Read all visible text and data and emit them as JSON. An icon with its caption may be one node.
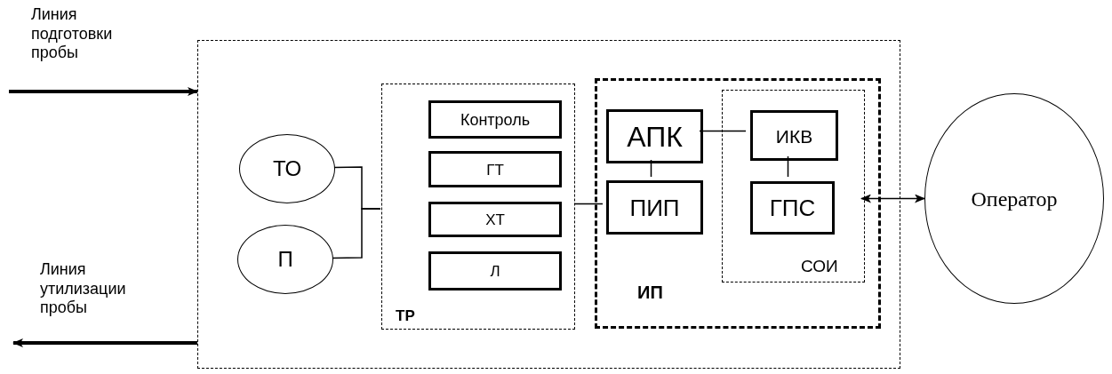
{
  "diagram": {
    "nodes": [
      {
        "text": [],
        "shape": "box"
      },
      {
        "text": [
          "ТО"
        ],
        "in": 0
      },
      {
        "text": [
          "П"
        ],
        "in": 0
      },
      {
        "text": [
          "ТР"
        ],
        "in": 0
      },
      {
        "text": [
          "Контроль"
        ],
        "in": 3
      },
      {
        "text": [
          "ГТ"
        ],
        "in": 3
      },
      {
        "text": [
          "ХТ"
        ],
        "in": 3
      },
      {
        "text": [
          "Л"
        ],
        "in": 3
      },
      {
        "text": [
          "ИП"
        ],
        "in": 0
      },
      {
        "text": [
          "АПК"
        ],
        "in": 8
      },
      {
        "text": [
          "ПИП"
        ],
        "in": 8
      },
      {
        "text": [
          "СОИ"
        ],
        "in": 8
      },
      {
        "text": [
          "ИКВ"
        ],
        "in": 11
      },
      {
        "text": [
          "ГПС"
        ],
        "in": 11
      },
      {
        "text": [
          "Оператор"
        ]
      }
    ],
    "edges": [
      {
        "from": null,
        "to": 0,
        "arrow": "to",
        "label": "Линия подготовки пробы",
        "style": "thick"
      },
      {
        "from": 0,
        "to": null,
        "arrow": "to",
        "label": "Линия утилизации пробы",
        "style": "thick"
      },
      {
        "from": 1,
        "to": 3,
        "arrow": "none"
      },
      {
        "from": 2,
        "to": 3,
        "arrow": "none"
      },
      {
        "from": 3,
        "to": 10,
        "arrow": "none"
      },
      {
        "from": 9,
        "to": 10,
        "arrow": "none"
      },
      {
        "from": 9,
        "to": 12,
        "arrow": "none"
      },
      {
        "from": 12,
        "to": 13,
        "arrow": "none"
      },
      {
        "from": 11,
        "to": 14,
        "arrow": "both"
      }
    ]
  }
}
